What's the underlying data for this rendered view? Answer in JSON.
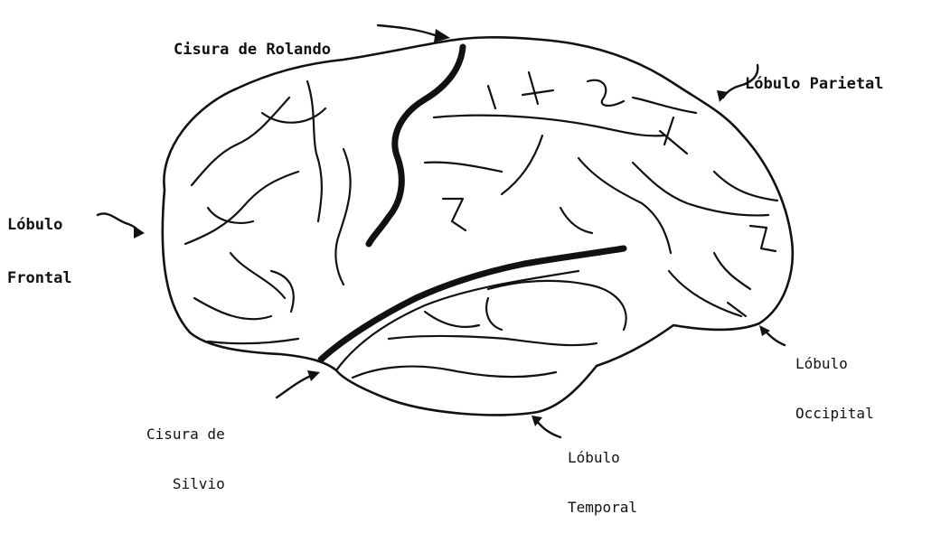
{
  "labels": {
    "rolando": "Cisura de Rolando",
    "parietal": "Lóbulo Parietal",
    "frontal_1": "Lóbulo",
    "frontal_2": "Frontal",
    "occipital_1": "Lóbulo",
    "occipital_2": "Occipital",
    "silvio_1": "Cisura de",
    "silvio_2": "Silvio",
    "temporal_1": "Lóbulo",
    "temporal_2": "Temporal"
  }
}
